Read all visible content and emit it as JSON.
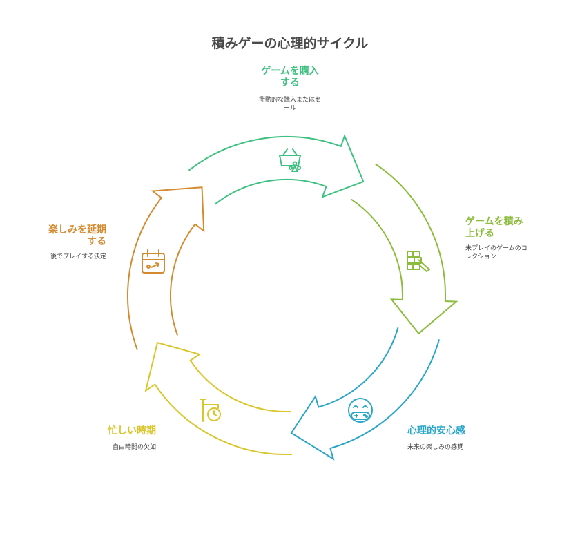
{
  "title": "積みゲーの心理的サイクル",
  "colors": {
    "buy": "#3dc080",
    "pile": "#8cbc3c",
    "safe": "#2aa6c9",
    "busy": "#d9c62a",
    "delay": "#d48a2e"
  },
  "steps": [
    {
      "label_line1": "ゲームを購入",
      "label_line2": "する",
      "desc_line1": "衝動的な購入またはセ",
      "desc_line2": "ール",
      "icon": "shopping-basket-icon"
    },
    {
      "label_line1": "ゲームを積み",
      "label_line2": "上げる",
      "desc_line1": "未プレイのゲームのコ",
      "desc_line2": "レクション",
      "icon": "stacked-bricks-icon"
    },
    {
      "label_line1": "心理的安心感",
      "desc_line1": "未来の楽しみの感覚",
      "icon": "game-controller-icon"
    },
    {
      "label_line1": "忙しい時期",
      "desc_line1": "自由時間の欠如",
      "icon": "clock-signpost-icon"
    },
    {
      "label_line1": "楽しみを延期",
      "label_line2": "する",
      "desc_line1": "後でプレイする決定",
      "icon": "calendar-icon"
    }
  ]
}
